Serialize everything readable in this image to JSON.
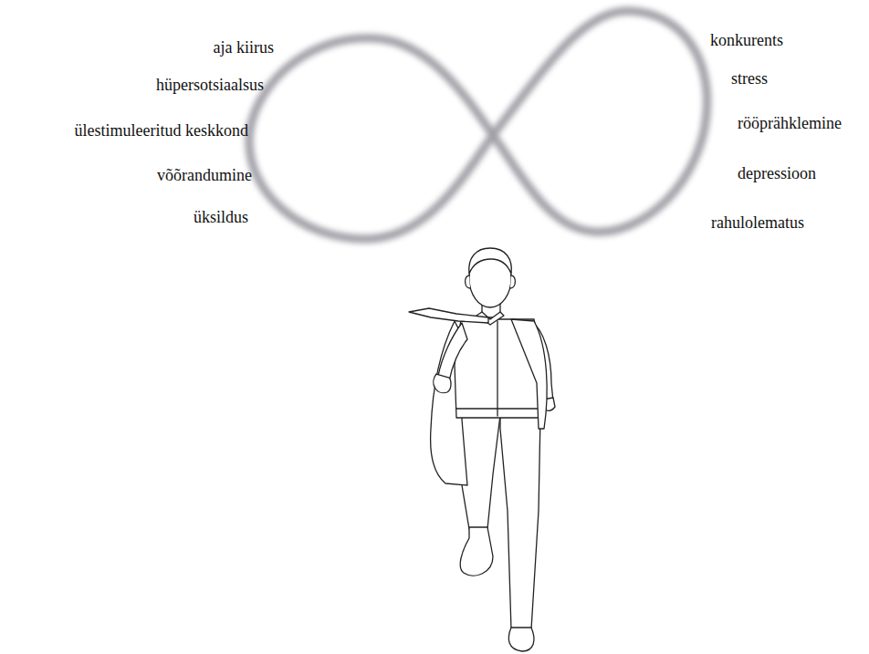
{
  "diagram": {
    "labels": [
      "aja kiirus",
      "hüpersotsiaalsus",
      "ülestimuleeritud keskkond",
      "võõrandumine",
      "üksildus",
      "konkurents",
      "stress",
      "rööprähklemine",
      "depressioon",
      "rahulolematus"
    ]
  }
}
